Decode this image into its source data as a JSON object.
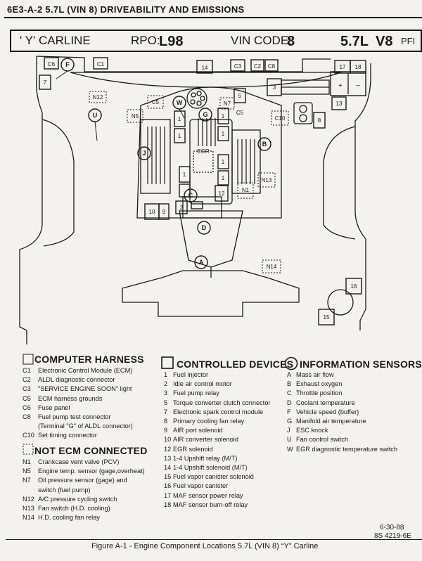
{
  "header": {
    "title": "6E3-A-2  5.7L  (VIN 8)  DRIVEABILITY AND EMISSIONS"
  },
  "carline_bar": {
    "carline": "' Y'  CARLINE",
    "rpo_label": "RPO:",
    "rpo_value": "L98",
    "vin_label": "VIN CODE:",
    "vin_value": "8",
    "engine": "5.7L",
    "engine_type": "V8",
    "fuel": "PFI"
  },
  "diagram_labels": {
    "c6": "C6",
    "f": "F",
    "c1": "C1",
    "n14_box": "14",
    "c3": "C3",
    "c2": "C2",
    "c8": "C8",
    "n17": "17",
    "n18": "18",
    "n7": "7",
    "n3": "3",
    "n13_box": "13",
    "n12_conn": "N12",
    "u": "U",
    "c5a": "C5",
    "w": "W",
    "n7_conn": "N7",
    "n5": "5",
    "g": "G",
    "c5b": "C5",
    "n5_conn": "N5",
    "c10": "C10",
    "n8": "8",
    "one_a": "1",
    "one_b": "1",
    "one_c": "1",
    "one_d": "1",
    "b": "B",
    "j": "J",
    "egr": "EGR",
    "one_e": "1",
    "one_f": "1",
    "one_g": "1",
    "n13_conn": "N13",
    "n1_conn": "N1",
    "c": "C",
    "n12_box": "12",
    "n2": "2",
    "n10": "10",
    "n9": "9",
    "d": "D",
    "a": "A",
    "n14_conn": "N14",
    "n16": "16",
    "n15": "15",
    "plus": "+",
    "minus": "−"
  },
  "legend": {
    "computer_harness": {
      "heading": "COMPUTER HARNESS",
      "items": [
        {
          "code": "C1",
          "text": "Electronic Control Module (ECM)"
        },
        {
          "code": "C2",
          "text": "ALDL diagnostic connector"
        },
        {
          "code": "C3",
          "text": "\"SERVICE ENGINE SOON\" light"
        },
        {
          "code": "C5",
          "text": "ECM harness grounds"
        },
        {
          "code": "C6",
          "text": "Fuse panel"
        },
        {
          "code": "C8",
          "text": "Fuel pump test connector"
        },
        {
          "code": "",
          "text": "(Terminal \"G\" of ALDL connector)"
        },
        {
          "code": "C10",
          "text": "Set timing connector"
        }
      ]
    },
    "not_ecm": {
      "heading": "NOT ECM CONNECTED",
      "items": [
        {
          "code": "N1",
          "text": "Crankcase vent valve (PCV)"
        },
        {
          "code": "N5",
          "text": "Engine temp. sensor (gage,overheat)"
        },
        {
          "code": "N7",
          "text": "Oil pressure sensor (gage) and"
        },
        {
          "code": "",
          "text": "switch (fuel pump)"
        },
        {
          "code": "N12",
          "text": "A/C pressure cycling switch"
        },
        {
          "code": "N13",
          "text": "Fan switch (H.D. cooling)"
        },
        {
          "code": "N14",
          "text": "H.D. cooling fan relay"
        }
      ]
    },
    "controlled_devices": {
      "heading": "CONTROLLED DEVICES",
      "items": [
        {
          "code": "1",
          "text": "Fuel injector"
        },
        {
          "code": "2",
          "text": "Idle air control motor"
        },
        {
          "code": "3",
          "text": "Fuel pump relay"
        },
        {
          "code": "5",
          "text": "Torque converter clutch connector"
        },
        {
          "code": "7",
          "text": "Electronic spark control module"
        },
        {
          "code": "8",
          "text": "Primary cooling fan relay"
        },
        {
          "code": "9",
          "text": "AIR port solenoid"
        },
        {
          "code": "10",
          "text": "AIR converter solenoid"
        },
        {
          "code": "12",
          "text": "EGR solenoid"
        },
        {
          "code": "13",
          "text": "1-4 Upshift relay (M/T)"
        },
        {
          "code": "14",
          "text": "1-4 Upshift solenoid (M/T)"
        },
        {
          "code": "15",
          "text": "Fuel vapor canister solenoid"
        },
        {
          "code": "16",
          "text": "Fuel vapor canister"
        },
        {
          "code": "17",
          "text": "MAF sensor power relay"
        },
        {
          "code": "18",
          "text": "MAF sensor burn-off relay"
        }
      ]
    },
    "information_sensors": {
      "heading": "INFORMATION SENSORS",
      "items": [
        {
          "code": "A",
          "text": "Mass air flow"
        },
        {
          "code": "B",
          "text": "Exhaust oxygen"
        },
        {
          "code": "C",
          "text": "Throttle position"
        },
        {
          "code": "D",
          "text": "Coolant temperature"
        },
        {
          "code": "F",
          "text": "Vehicle speed (buffer)"
        },
        {
          "code": "G",
          "text": "Manifold air temperature"
        },
        {
          "code": "J",
          "text": "ESC knock"
        },
        {
          "code": "U",
          "text": "Fan control switch"
        },
        {
          "code": "W",
          "text": "EGR diagnostic temperature switch"
        }
      ]
    }
  },
  "footer": {
    "date": "6-30-88",
    "doc_number": "8S 4219-6E",
    "caption": "Figure A-1 - Engine Component Locations 5.7L (VIN 8) “Y” Carline"
  }
}
